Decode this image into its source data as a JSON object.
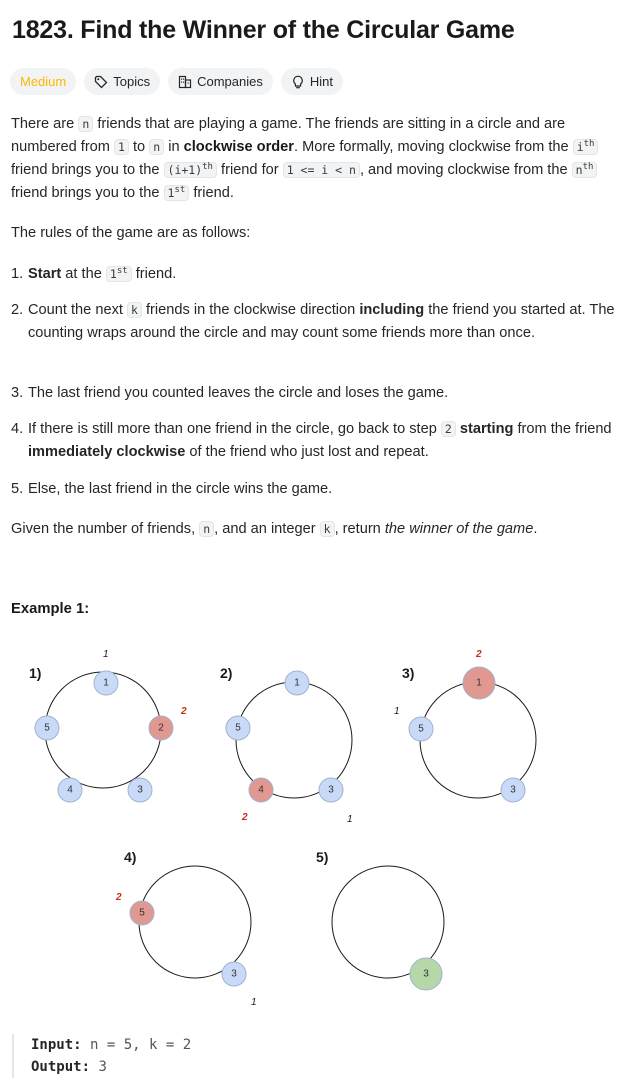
{
  "problem": {
    "title": "1823. Find the Winner of the Circular Game",
    "difficulty": "Medium",
    "tags": [
      "Topics",
      "Companies",
      "Hint"
    ],
    "colors": {
      "difficulty": "#ffb800",
      "tag_bg": "#f2f3f4",
      "lost": "#e09891",
      "winner": "#b6d7a8",
      "normal": "#c9daf8",
      "count_label": "#c4311a"
    }
  },
  "text": {
    "p1_a": "There are ",
    "p1_b": " friends that are playing a game. The friends are sitting in a circle and are numbered from ",
    "p1_c": " to ",
    "p1_d": " in ",
    "p1_e": "clockwise order",
    "p1_f": ". More formally, moving clockwise from the ",
    "p1_g": " friend brings you to the ",
    "p1_h": " friend for ",
    "p1_i": ", and moving clockwise from the ",
    "p1_j": " friend brings you to the ",
    "p1_k": " friend.",
    "code_n": "n",
    "code_1": "1",
    "code_i": "i",
    "code_i1": "(i+1)",
    "code_range": "1 <= i < n",
    "code_k": "k",
    "code_2": "2",
    "sup_th": "th",
    "sup_st": "st",
    "p2": "The rules of the game are as follows:",
    "r1_num": "1.",
    "r1_a": "Start",
    "r1_b": " at the ",
    "r1_c": " friend.",
    "r2_num": "2.",
    "r2_a": "Count the next ",
    "r2_b": " friends in the clockwise direction ",
    "r2_c": "including",
    "r2_d": " the friend you started at. The counting wraps around the circle and may count some friends more than once.",
    "r3_num": "3.",
    "r3": "The last friend you counted leaves the circle and loses the game.",
    "r4_num": "4.",
    "r4_a": "If there is still more than one friend in the circle, go back to step ",
    "r4_b": "starting",
    "r4_c": " from the friend ",
    "r4_d": "immediately clockwise",
    "r4_e": " of the friend who just lost and repeat.",
    "r5_num": "5.",
    "r5": "Else, the last friend in the circle wins the game.",
    "p3_a": "Given the number of friends, ",
    "p3_b": ", and an integer ",
    "p3_c": ", return ",
    "p3_d": "the winner of the game",
    "p3_e": "."
  },
  "example": {
    "heading": "Example 1:",
    "steps": [
      {
        "label": "1)",
        "nodes": [
          "1",
          "2",
          "3",
          "4",
          "5"
        ],
        "lost": "2",
        "counts": [
          "1",
          "2"
        ]
      },
      {
        "label": "2)",
        "nodes": [
          "1",
          "3",
          "4",
          "5"
        ],
        "lost": "4",
        "counts": [
          "1",
          "2"
        ]
      },
      {
        "label": "3)",
        "nodes": [
          "1",
          "3",
          "5"
        ],
        "lost": "1",
        "counts": [
          "1",
          "2"
        ]
      },
      {
        "label": "4)",
        "nodes": [
          "3",
          "5"
        ],
        "lost": "5",
        "counts": [
          "1",
          "2"
        ]
      },
      {
        "label": "5)",
        "nodes": [
          "3"
        ],
        "winner": "3"
      }
    ],
    "input_label": "Input:",
    "input_value": "n = 5, k = 2",
    "output_label": "Output:",
    "output_value": "3"
  }
}
